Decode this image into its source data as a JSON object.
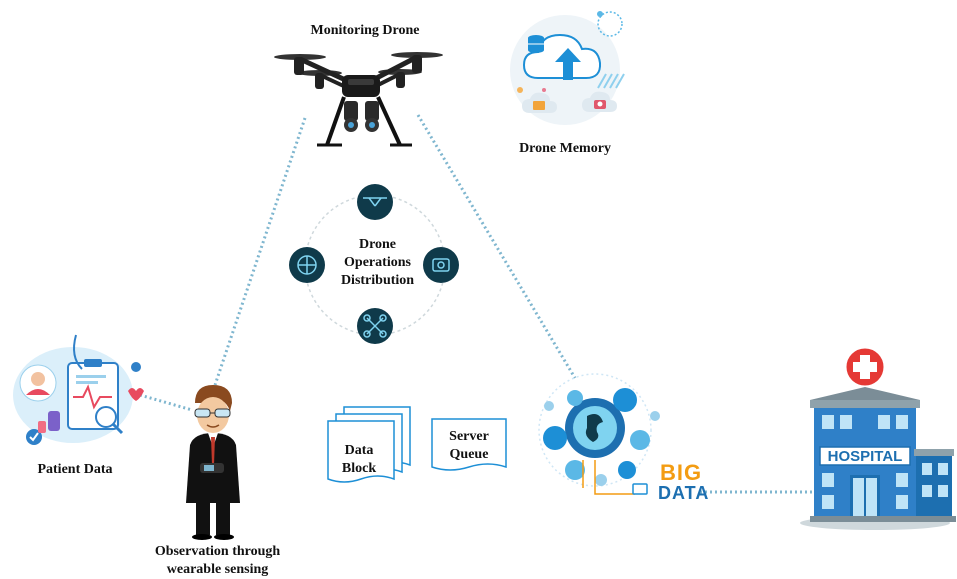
{
  "labels": {
    "monitoring_drone": "Monitoring Drone",
    "drone_memory": "Drone Memory",
    "ops_line1": "Drone",
    "ops_line2": "Operations",
    "ops_line3": "Distribution",
    "patient_data": "Patient Data",
    "observation_line1": "Observation through",
    "observation_line2": "wearable sensing",
    "data_block_line1": "Data",
    "data_block_line2": "Block",
    "server_queue_line1": "Server",
    "server_queue_line2": "Queue",
    "big": "BIG",
    "data": "DATA",
    "hospital": "HOSPITAL"
  },
  "colors": {
    "link": "#7fb6cf",
    "teal_dark": "#0f3a4a",
    "blue": "#1d8fd6",
    "hospital_blue": "#2f80c8",
    "hospital_red": "#e53935",
    "bigdata_orange": "#f39c12"
  },
  "icons": {
    "ops_top": "drone-icon",
    "ops_left": "radar-icon",
    "ops_right": "camera-icon",
    "ops_bottom": "quadcopter-icon"
  }
}
